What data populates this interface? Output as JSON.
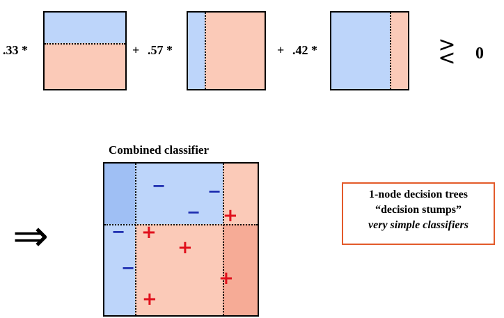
{
  "equation": {
    "coef1": ".33 *",
    "plus1": "+",
    "coef2": ".57 *",
    "plus2": "+",
    "coef3": ".42 *",
    "inequality": ">\n<",
    "threshold": "0"
  },
  "combined": {
    "title": "Combined classifier",
    "implies": "⇒",
    "negative_symbol": "−",
    "positive_symbol": "+"
  },
  "note": {
    "line1": "1-node decision trees",
    "line2": "“decision stumps”",
    "line3": "very simple classifiers"
  },
  "colors": {
    "blue_region": "#bdd5fa",
    "pink_region": "#fbcab8",
    "dark_blue_region": "#9fbff4",
    "dark_pink_region": "#f6ab96",
    "negative_mark": "#1f2fb0",
    "positive_mark": "#e0101c",
    "note_border": "#e35a2a"
  }
}
